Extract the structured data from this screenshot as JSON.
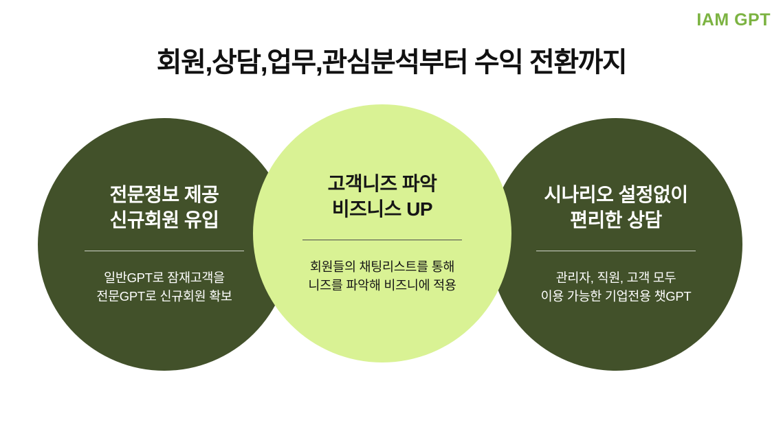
{
  "brand": {
    "logo": "IAM GPT",
    "color": "#7cb342"
  },
  "title": "회원,상담,업무,관심분석부터 수익 전환까지",
  "colors": {
    "dark_circle": "#42512a",
    "light_circle": "#d9f294",
    "title_text": "#111111"
  },
  "circles": [
    {
      "theme": "dark",
      "heading": "전문정보 제공\n신규회원 유입",
      "body": "일반GPT로 잠재고객을\n전문GPT로 신규회원 확보"
    },
    {
      "theme": "light",
      "heading": "고객니즈 파악\n비즈니스 UP",
      "body": "회원들의 채팅리스트를 통해\n니즈를 파악해 비즈니에 적용"
    },
    {
      "theme": "dark",
      "heading": "시나리오 설정없이\n편리한 상담",
      "body": "관리자, 직원, 고객 모두\n이용 가능한 기업전용 챗GPT"
    }
  ]
}
